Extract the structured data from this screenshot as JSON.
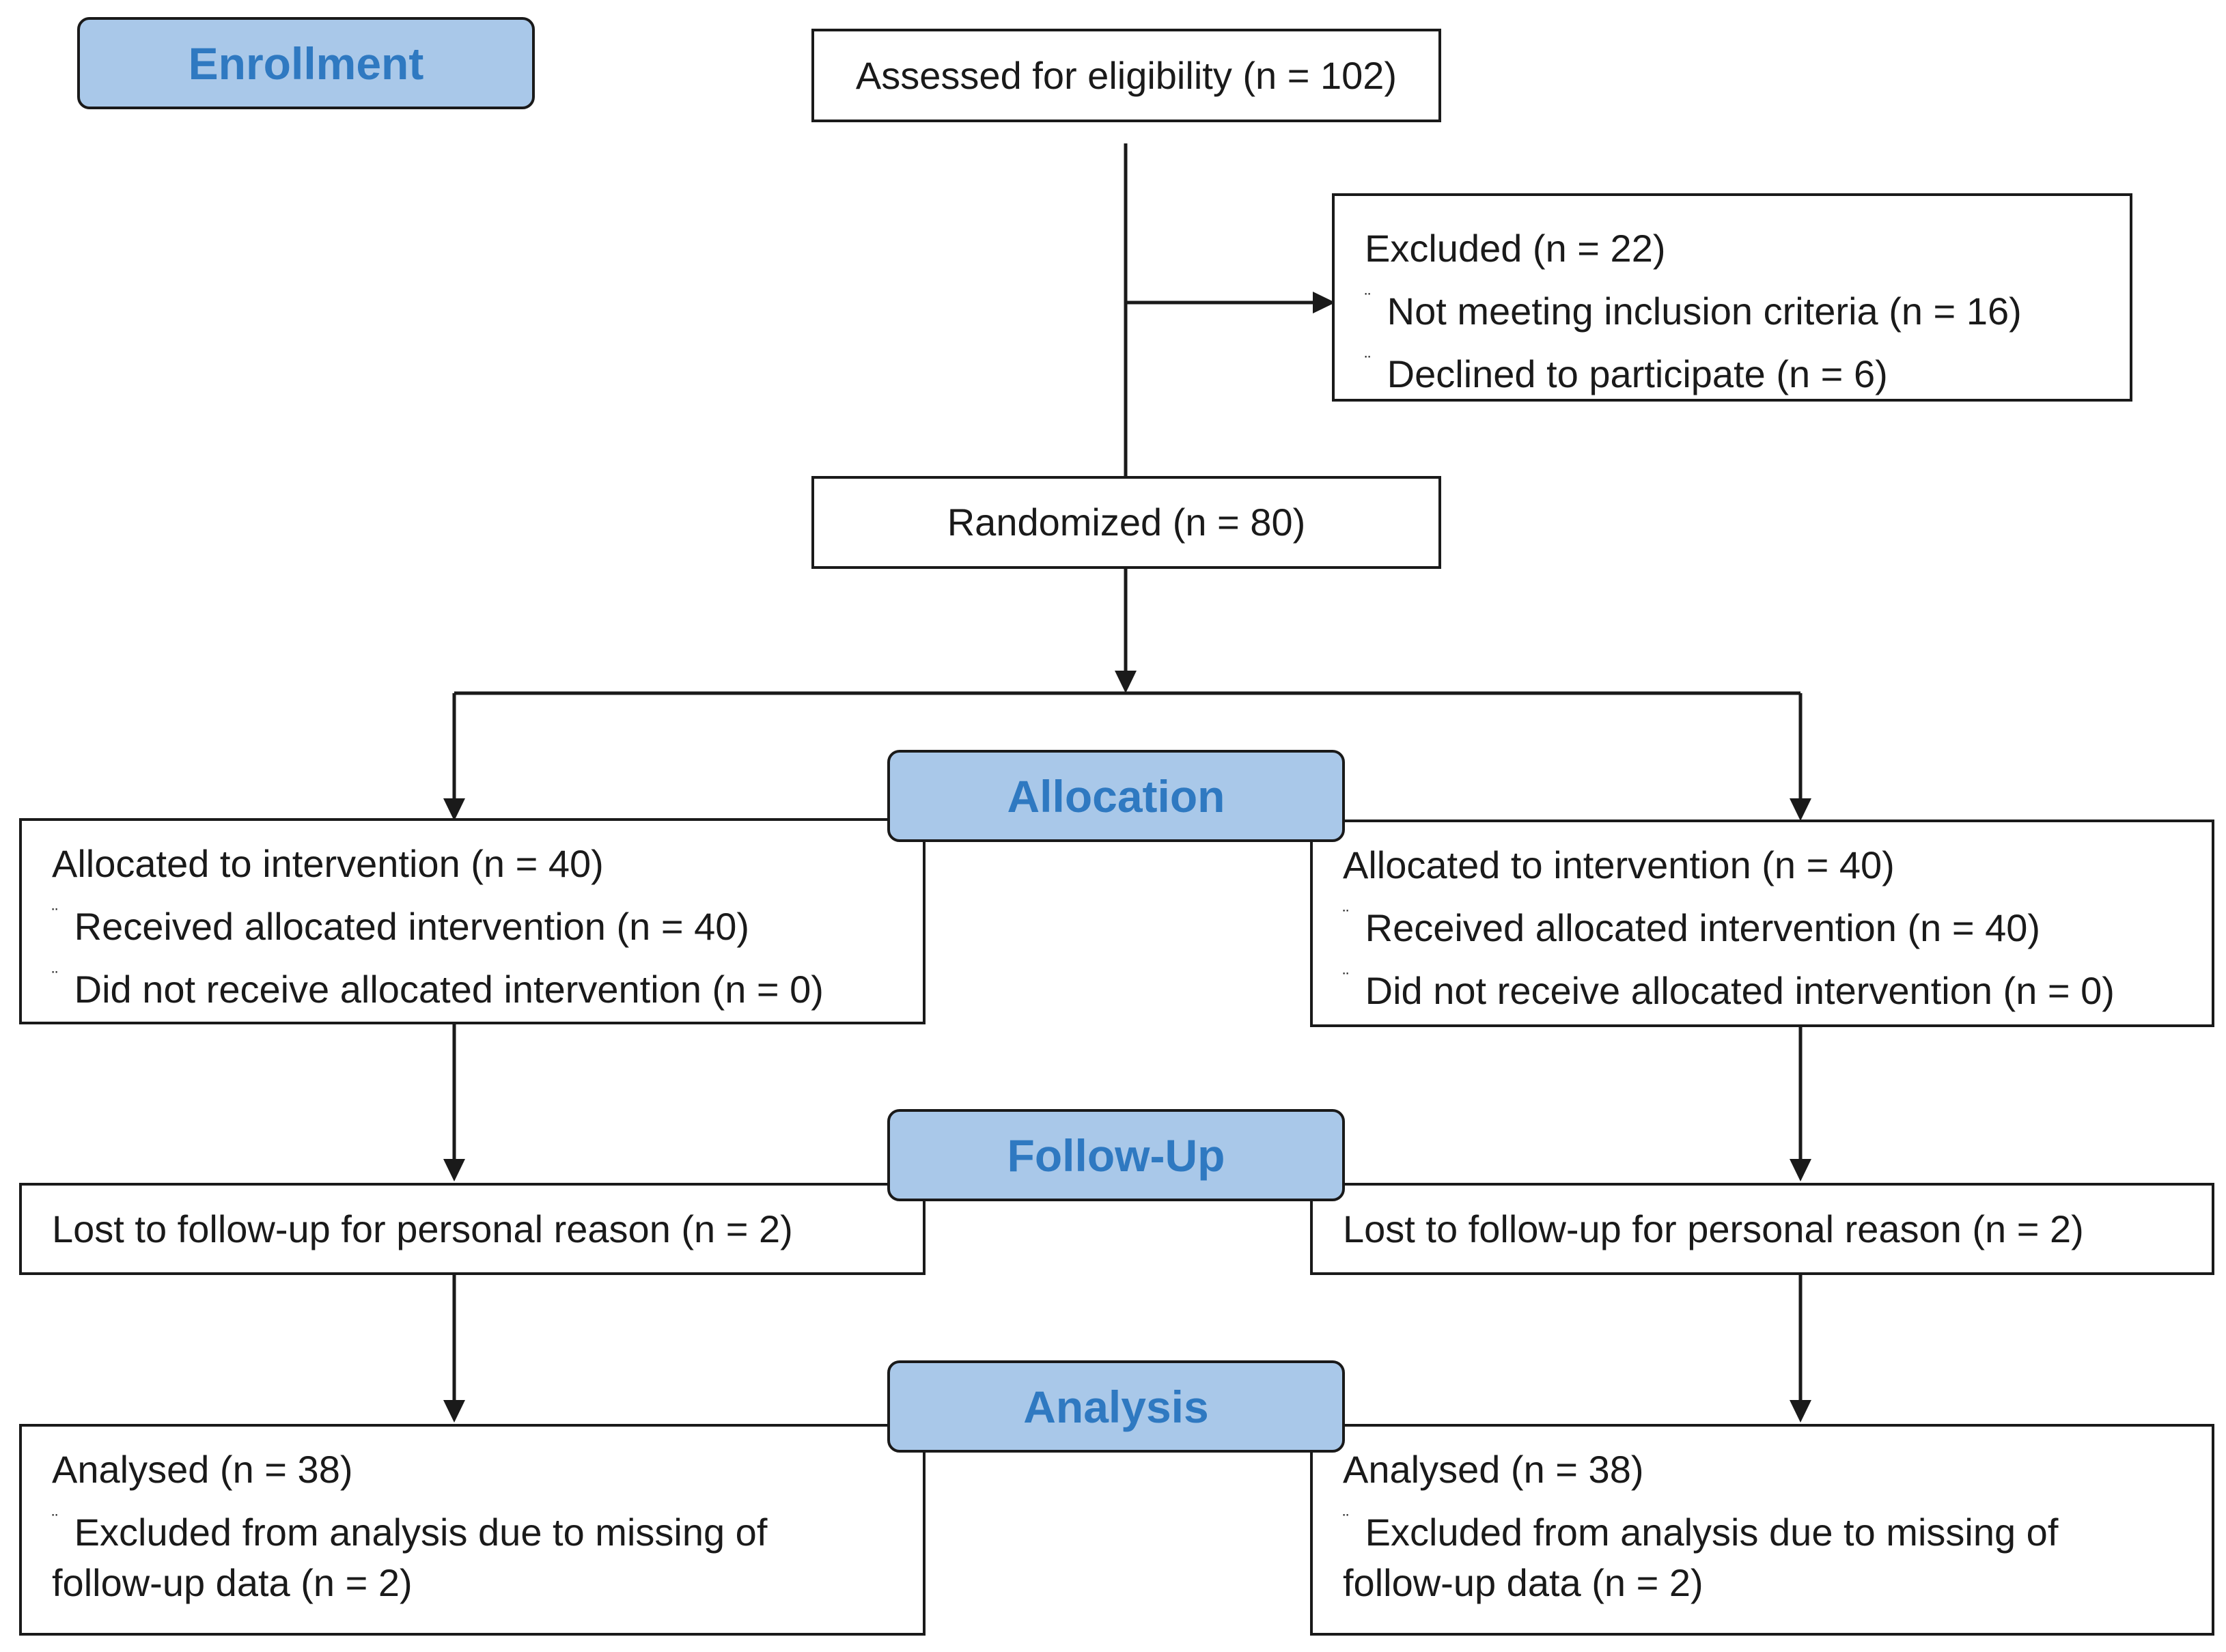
{
  "stages": {
    "enrollment": "Enrollment",
    "allocation": "Allocation",
    "follow_up": "Follow-Up",
    "analysis": "Analysis"
  },
  "assessed": "Assessed for eligibility (n = 102)",
  "excluded": {
    "title": "Excluded (n = 22)",
    "items": [
      "Not meeting inclusion criteria (n = 16)",
      "Declined to participate (n = 6)"
    ]
  },
  "randomized": "Randomized (n = 80)",
  "bullet_glyph": "¨",
  "arms": [
    {
      "allocation": {
        "title": "Allocated to intervention (n = 40)",
        "items": [
          "Received allocated intervention (n = 40)",
          "Did not receive allocated intervention (n = 0)"
        ]
      },
      "follow_up": "Lost to follow-up for personal reason (n = 2)",
      "analysis": {
        "title": "Analysed (n = 38)",
        "item": "Excluded from analysis due to missing of",
        "item_cont": "follow-up data (n = 2)"
      }
    },
    {
      "allocation": {
        "title": "Allocated to intervention (n = 40)",
        "items": [
          "Received allocated intervention (n = 40)",
          "Did not receive allocated intervention (n = 0)"
        ]
      },
      "follow_up": "Lost to follow-up for personal reason (n = 2)",
      "analysis": {
        "title": "Analysed (n = 38)",
        "item": "Excluded from analysis due to missing of",
        "item_cont": "follow-up data (n = 2)"
      }
    }
  ]
}
